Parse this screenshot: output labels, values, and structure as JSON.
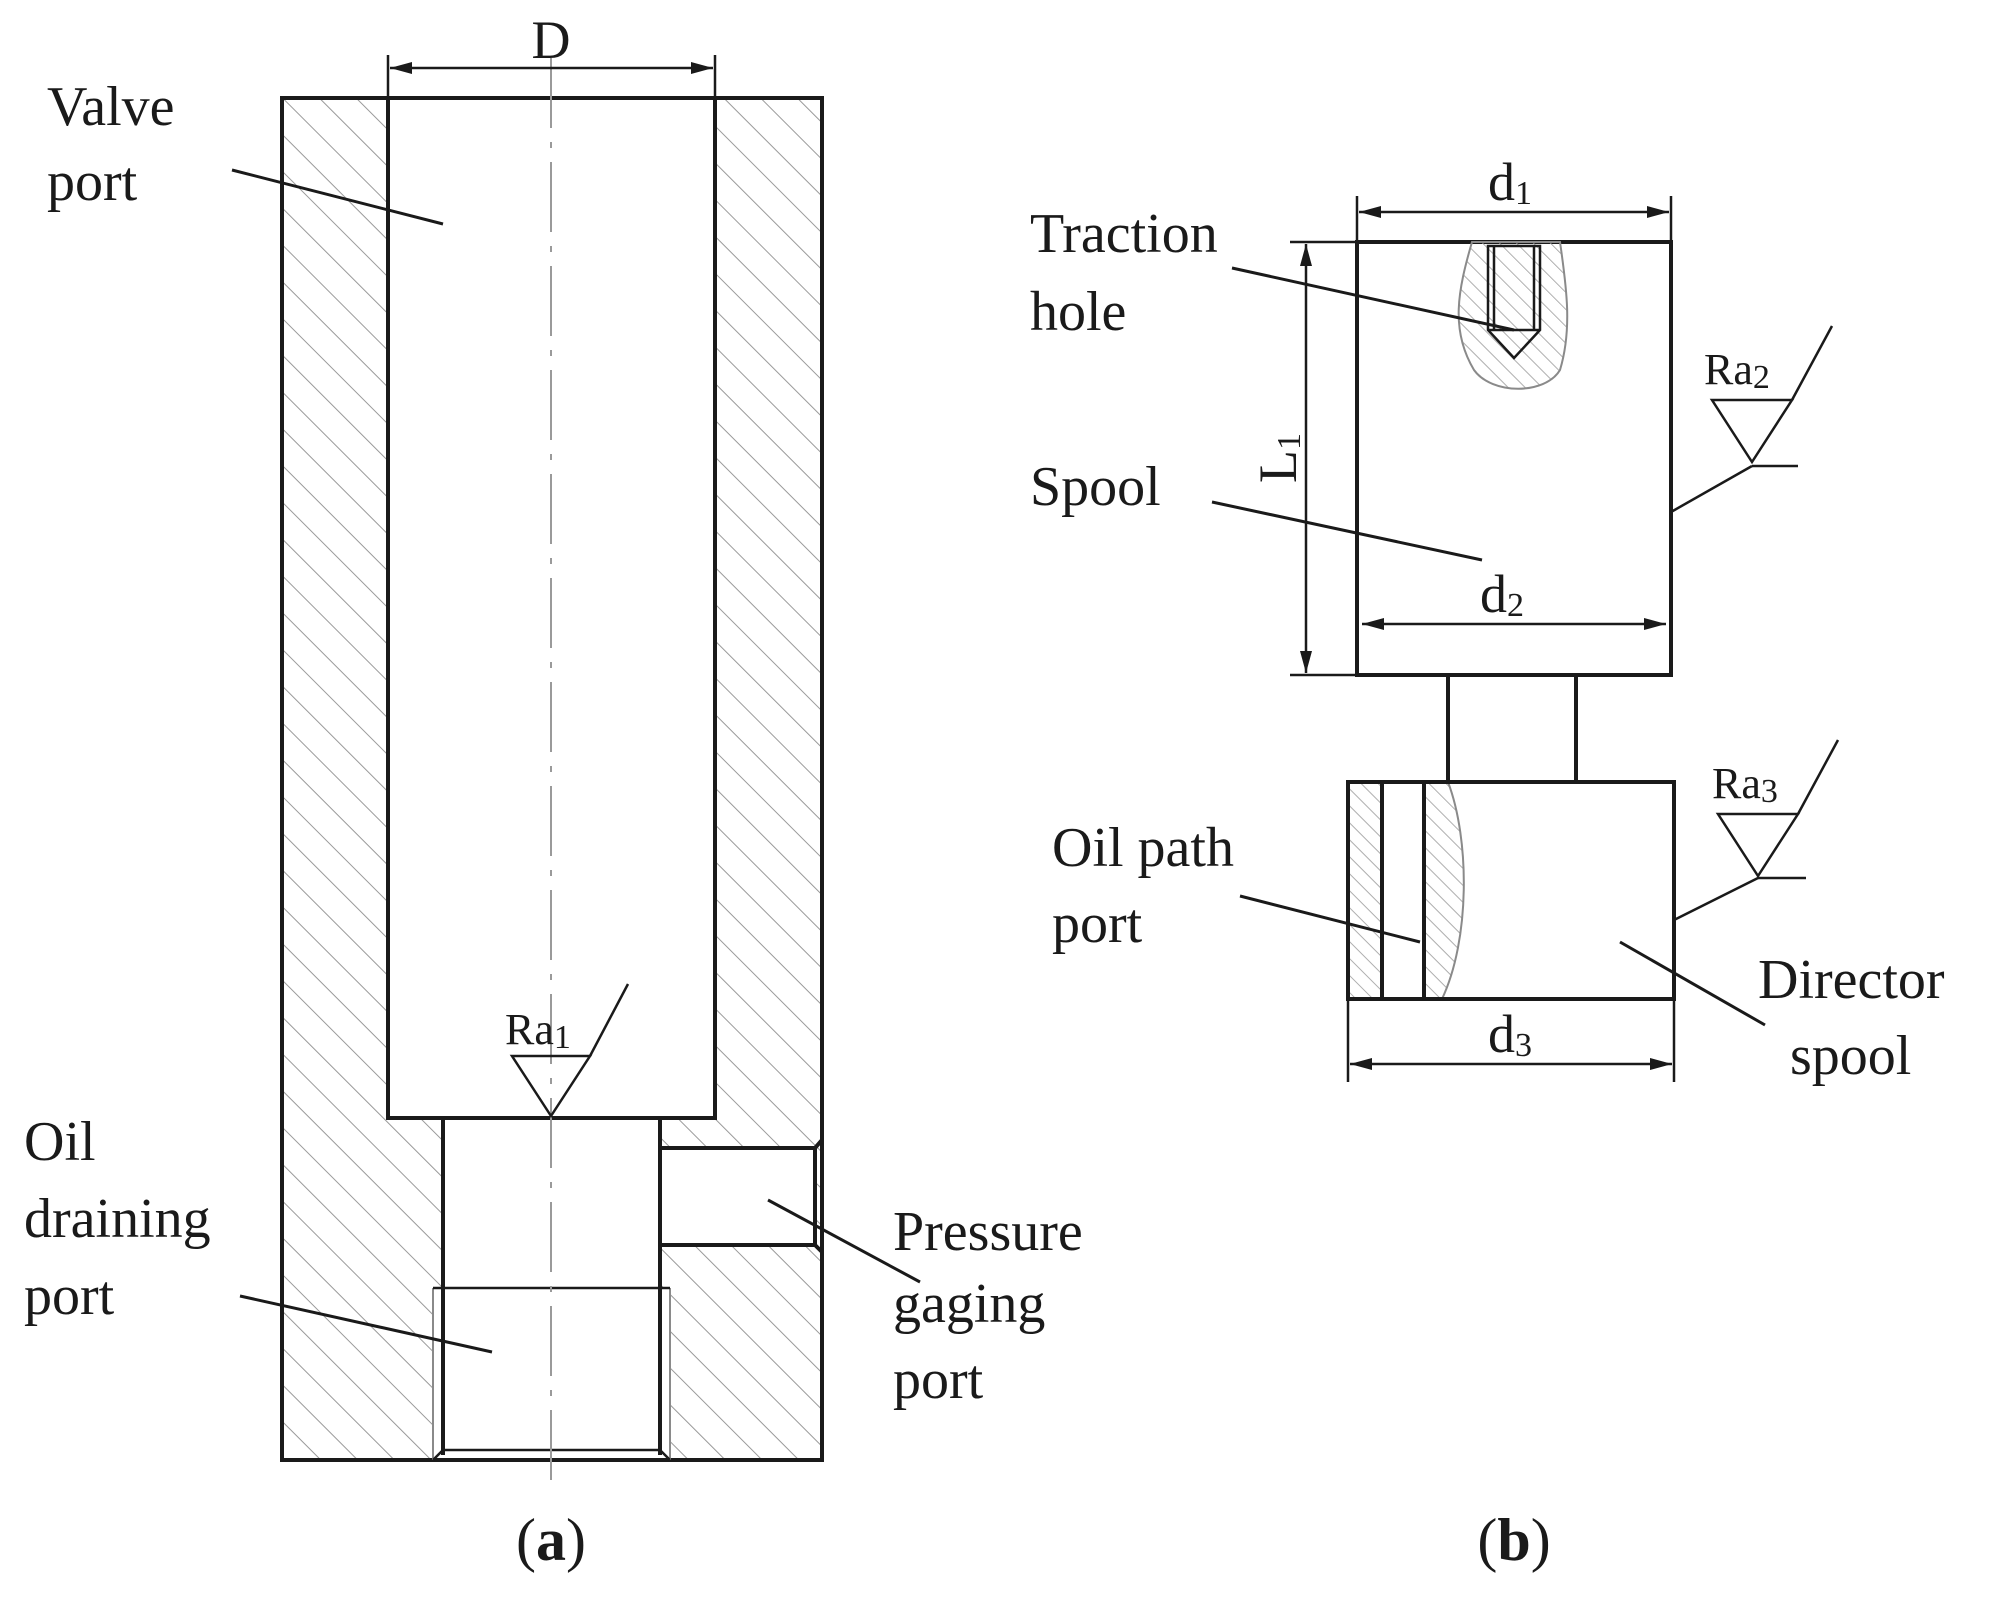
{
  "panel_a": {
    "dimension_D": "D",
    "labels": {
      "valve_port_line1": "Valve",
      "valve_port_line2": "port",
      "oil_draining_line1": "Oil",
      "oil_draining_line2": "draining",
      "oil_draining_line3": "port",
      "pressure_line1": "Pressure",
      "pressure_line2": "gaging",
      "pressure_line3": "port"
    },
    "roughness": {
      "base": "Ra",
      "sub": "1"
    },
    "caption_open": "(",
    "caption_letter": "a",
    "caption_close": ")"
  },
  "panel_b": {
    "dim_d1": {
      "base": "d",
      "sub": "1"
    },
    "dim_d2": {
      "base": "d",
      "sub": "2"
    },
    "dim_d3": {
      "base": "d",
      "sub": "3"
    },
    "dim_L1": {
      "base": "L",
      "sub": "1"
    },
    "labels": {
      "traction_line1": "Traction",
      "traction_line2": "hole",
      "spool": "Spool",
      "oil_path_line1": "Oil path",
      "oil_path_line2": "port",
      "director_line1": "Director",
      "director_line2": "spool"
    },
    "roughness_2": {
      "base": "Ra",
      "sub": "2"
    },
    "roughness_3": {
      "base": "Ra",
      "sub": "3"
    },
    "caption_open": "(",
    "caption_letter": "b",
    "caption_close": ")"
  }
}
